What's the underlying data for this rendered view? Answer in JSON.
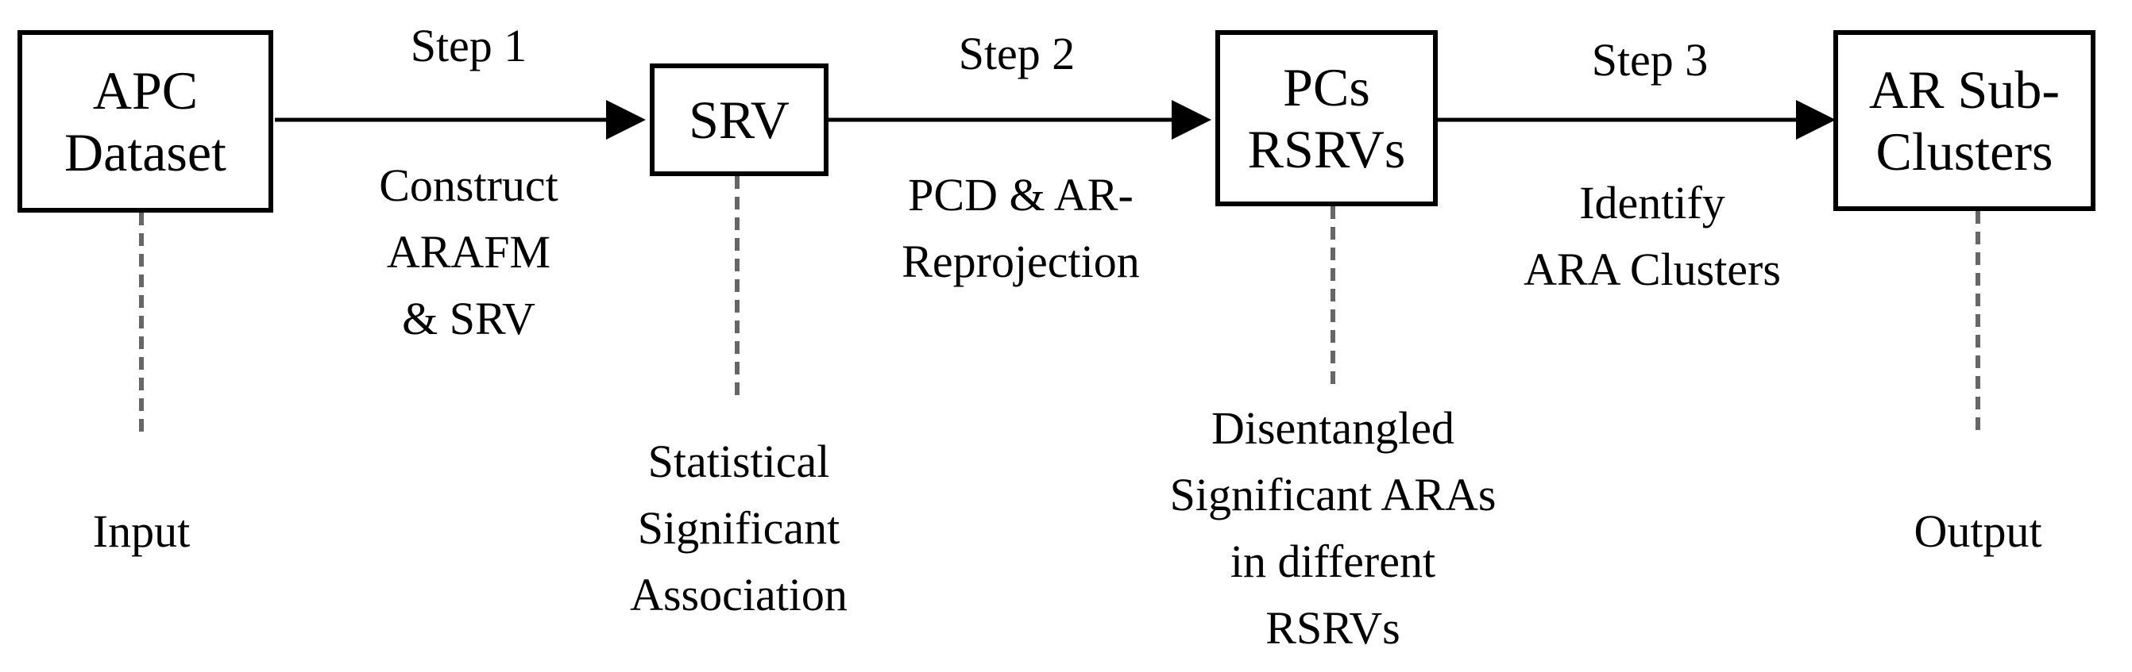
{
  "nodes": {
    "input_box": {
      "lines": [
        "APC",
        "Dataset"
      ]
    },
    "srv_box": {
      "lines": [
        "SRV"
      ]
    },
    "pcs_box": {
      "lines": [
        "PCs",
        "RSRVs"
      ]
    },
    "output_box": {
      "lines": [
        "AR Sub-",
        "Clusters"
      ]
    }
  },
  "steps": [
    {
      "title": "Step 1",
      "desc_lines": [
        "Construct",
        "ARAFM",
        "& SRV"
      ]
    },
    {
      "title": "Step 2",
      "desc_lines": [
        "PCD & AR-",
        "Reprojection"
      ]
    },
    {
      "title": "Step 3",
      "desc_lines": [
        "Identify",
        "ARA Clusters"
      ]
    }
  ],
  "annotations": {
    "input": {
      "lines": [
        "Input"
      ]
    },
    "srv": {
      "lines": [
        "Statistical",
        "Significant",
        "Association"
      ]
    },
    "pcs": {
      "lines": [
        "Disentangled",
        "Significant ARAs",
        "in different",
        "RSRVs"
      ]
    },
    "output": {
      "lines": [
        "Output"
      ]
    }
  },
  "colors": {
    "stroke": "#000000",
    "dashed_connector": "#666666",
    "background": "#ffffff"
  }
}
